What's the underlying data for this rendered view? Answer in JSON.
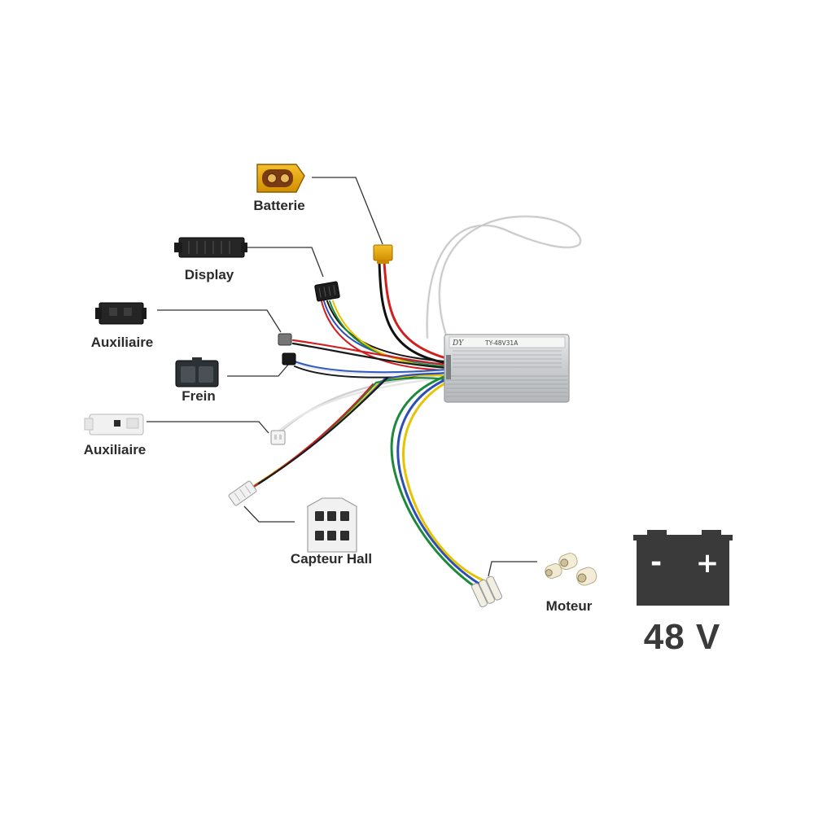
{
  "labels": {
    "battery": "Batterie",
    "display": "Display",
    "auxiliary_1": "Auxiliaire",
    "brake": "Frein",
    "auxiliary_2": "Auxiliaire",
    "hall_sensor": "Capteur Hall",
    "motor": "Moteur"
  },
  "battery_icon": {
    "minus": "-",
    "plus": "+",
    "voltage": "48 V"
  },
  "controller": {
    "brand_mark": "DY",
    "model_text": "TY-48V31A"
  },
  "colors": {
    "text": "#2b2b2b",
    "battery_icon": "#3a3a3a",
    "leader_line": "#333333",
    "xt60_yellow": "#e0a100",
    "controller_silver": "#cfd2d4"
  }
}
